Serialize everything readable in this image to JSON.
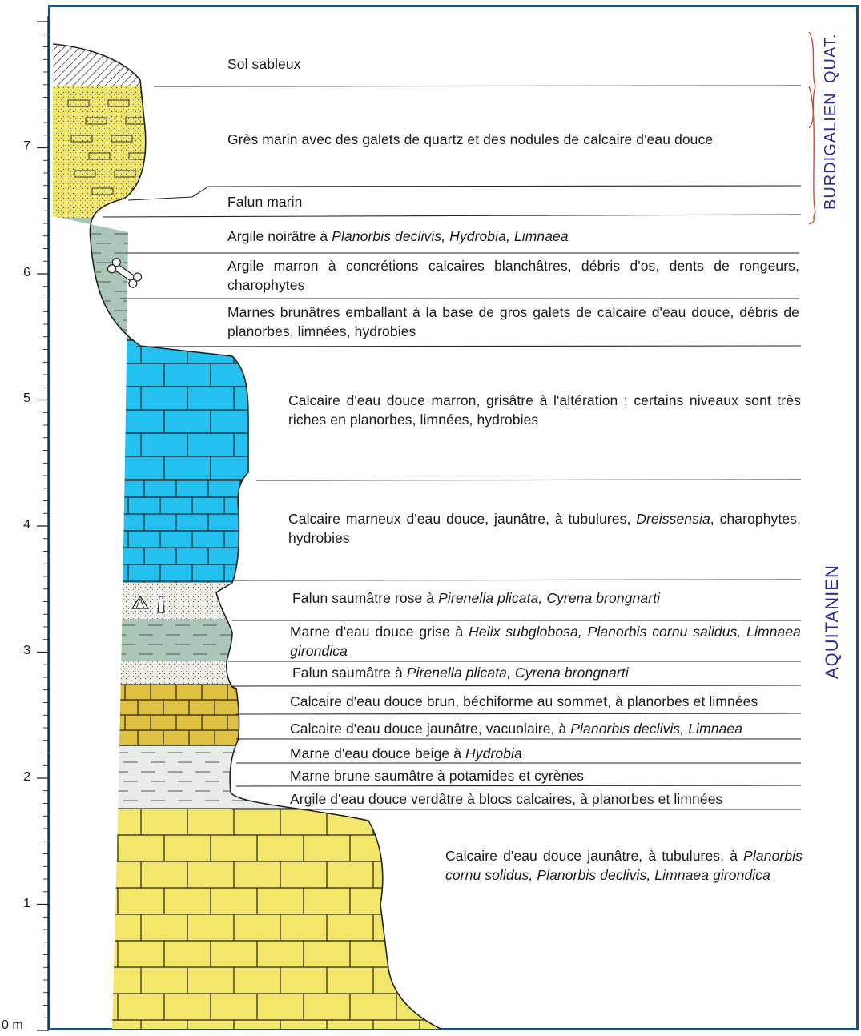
{
  "axis": {
    "ticks": [
      "7",
      "6",
      "5",
      "4",
      "3",
      "2",
      "1"
    ],
    "zero_label": "0 m"
  },
  "stages": {
    "quat": "QUAT.",
    "burdigalien": "BURDIGALIEN",
    "aquitanien": "AQUITANIEN"
  },
  "layers": [
    {
      "id": "sol",
      "parts": [
        {
          "t": "Sol sableux"
        }
      ]
    },
    {
      "id": "gres",
      "parts": [
        {
          "t": "Grès marin avec des galets de quartz et des nodules de calcaire d'eau douce"
        }
      ]
    },
    {
      "id": "falun-marin",
      "parts": [
        {
          "t": "Falun marin"
        }
      ]
    },
    {
      "id": "argile-noiratre",
      "parts": [
        {
          "t": "Argile noirâtre à "
        },
        {
          "t": "Planorbis declivis, Hydrobia, Limnaea",
          "i": true
        }
      ]
    },
    {
      "id": "argile-marron",
      "parts": [
        {
          "t": "Argile marron à concrétions calcaires blanchâtres, débris d'os, dents de rongeurs, charophytes"
        }
      ]
    },
    {
      "id": "marnes-brunatres",
      "parts": [
        {
          "t": "Marnes brunâtres emballant à la base de gros galets de calcaire d'eau douce, débris de planorbes, limnées, hydrobies"
        }
      ]
    },
    {
      "id": "calcaire-marron",
      "parts": [
        {
          "t": "Calcaire d'eau douce marron,  grisâtre à l'altération ; certains niveaux sont très riches en planorbes, limnées, hydrobies"
        }
      ]
    },
    {
      "id": "calcaire-marneux",
      "parts": [
        {
          "t": "Calcaire marneux d'eau douce, jaunâtre, à tubulures, "
        },
        {
          "t": "Dreissensia",
          "i": true
        },
        {
          "t": ", charophytes, hydrobies"
        }
      ]
    },
    {
      "id": "falun-rose",
      "parts": [
        {
          "t": "Falun saumâtre rose à "
        },
        {
          "t": "Pirenella plicata, Cyrena brongnarti",
          "i": true
        }
      ]
    },
    {
      "id": "marne-grise",
      "parts": [
        {
          "t": "Marne d'eau douce grise à "
        },
        {
          "t": "Helix subglobosa, Planorbis cornu salidus, Limnaea girondica",
          "i": true
        }
      ]
    },
    {
      "id": "falun-saumatre",
      "parts": [
        {
          "t": "Falun saumâtre à "
        },
        {
          "t": "Pirenella plicata, Cyrena brongnarti",
          "i": true
        }
      ]
    },
    {
      "id": "calcaire-brun",
      "parts": [
        {
          "t": "Calcaire d'eau douce brun, béchiforme au sommet, à planorbes et limnées"
        }
      ]
    },
    {
      "id": "calcaire-vacuolaire",
      "parts": [
        {
          "t": "Calcaire d'eau douce jaunâtre, vacuolaire, à "
        },
        {
          "t": "Planorbis declivis, Limnaea",
          "i": true
        }
      ]
    },
    {
      "id": "marne-beige",
      "parts": [
        {
          "t": "Marne d'eau douce beige à "
        },
        {
          "t": "Hydrobia",
          "i": true
        }
      ]
    },
    {
      "id": "marne-brune",
      "parts": [
        {
          "t": "Marne brune saumâtre à potamides et cyrènes"
        }
      ]
    },
    {
      "id": "argile-verdatre",
      "parts": [
        {
          "t": "Argile d'eau douce verdâtre à blocs calcaires, à planorbes et limnées"
        }
      ]
    },
    {
      "id": "calcaire-jaunatre",
      "parts": [
        {
          "t": "Calcaire d'eau douce jaunâtre, à tubulures, à "
        },
        {
          "t": "Planorbis cornu solidus, Planorbis declivis, Limnaea girondica",
          "i": true
        }
      ]
    }
  ],
  "colors": {
    "frame": "#1f4e79",
    "yellow": "#f2e66a",
    "blue": "#24c0f0",
    "grey_green": "#a9c6b6",
    "ochre": "#e0c040",
    "light_grey": "#e6ece8",
    "stage_text": "#2a2a9a",
    "brace": "#d04a3a"
  }
}
